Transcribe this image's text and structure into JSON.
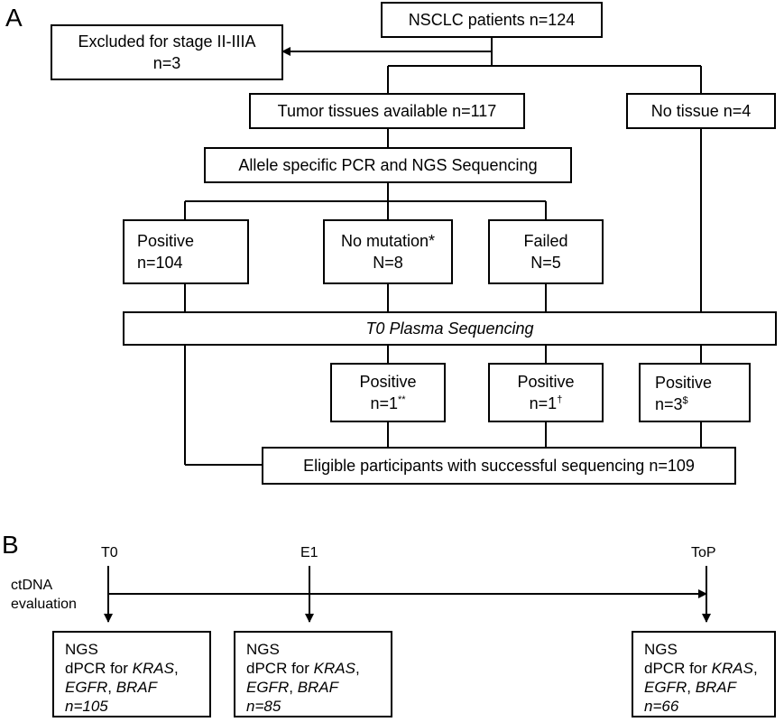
{
  "panel_a": {
    "label": "A",
    "patients": "NSCLC patients n=124",
    "excluded": {
      "line1": "Excluded for stage II-IIIA",
      "line2": "n=3"
    },
    "tissues": "Tumor tissues available n=117",
    "no_tissue": "No tissue n=4",
    "pcr": "Allele specific PCR and NGS Sequencing",
    "positive": {
      "line1": "Positive",
      "line2": "n=104"
    },
    "no_mutation": {
      "line1": "No mutation*",
      "line2": "N=8"
    },
    "failed": {
      "line1": "Failed",
      "line2": "N=5"
    },
    "plasma": "T0 Plasma Sequencing",
    "plasma_pos_1": {
      "line1": "Positive",
      "line2": "n=1",
      "sup": "**"
    },
    "plasma_pos_2": {
      "line1": "Positive",
      "line2": "n=1",
      "sup": "†"
    },
    "plasma_pos_3": {
      "line1": "Positive",
      "line2": "n=3",
      "sup": "$"
    },
    "eligible": "Eligible participants with successful sequencing n=109"
  },
  "panel_b": {
    "label": "B",
    "axis_label_1": "ctDNA",
    "axis_label_2": "evaluation",
    "timepoints": [
      {
        "name": "T0",
        "n": "n=105"
      },
      {
        "name": "E1",
        "n": "n=85"
      },
      {
        "name": "ToP",
        "n": "n=66"
      }
    ],
    "box_text": {
      "ngs": "NGS",
      "dpcr_prefix": "dPCR for ",
      "kras": "KRAS",
      "comma": ",",
      "egfr": "EGFR",
      "sep": ", ",
      "braf": "BRAF"
    }
  }
}
